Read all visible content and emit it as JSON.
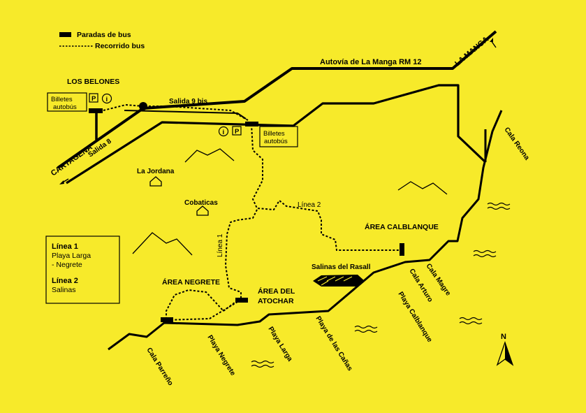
{
  "legend": {
    "bus_stops": "Paradas de bus",
    "bus_route": "Recorrido bus"
  },
  "roads": {
    "autovia": "Autovía de La Manga RM 12",
    "la_manga": "LA MANGA",
    "cartagena": "CARTAGENA",
    "salida_8": "Salida 8",
    "salida_9bis": "Salida 9 bis"
  },
  "places": {
    "los_belones": "LOS BELONES",
    "la_jordana": "La Jordana",
    "cobaticas": "Cobaticas",
    "area_calblanque": "ÁREA CALBLANQUE",
    "salinas_rasall": "Salinas del Rasall",
    "area_negrete": "ÁREA NEGRETE",
    "area_atochar_1": "ÁREA DEL",
    "area_atochar_2": "ATOCHAR"
  },
  "tickets": {
    "left_line1": "Billetes",
    "left_line2": "autobús",
    "right_line1": "Billetes",
    "right_line2": "autobús"
  },
  "icons": {
    "parking": "P",
    "info": "i",
    "north": "N"
  },
  "lines": {
    "linea1_route": "Línea 1",
    "linea2_route": "Línea 2"
  },
  "line_box": {
    "l1_title": "Línea 1",
    "l1_text_1": "Playa Larga",
    "l1_text_2": "- Negrete",
    "l2_title": "Línea 2",
    "l2_text": "Salinas"
  },
  "beaches": {
    "cala_reona": "Cala Reona",
    "cala_magre": "Cala Magre",
    "cala_arturo": "Cala Arturo",
    "playa_calblanque": "Playa Calblanque",
    "playa_canas": "Playa de las Cañas",
    "playa_larga": "Playa Larga",
    "playa_negrete": "Playa Negrete",
    "cala_parreno": "Cala Parreño"
  },
  "colors": {
    "background": "#f7ea2a",
    "ink": "#000000"
  }
}
